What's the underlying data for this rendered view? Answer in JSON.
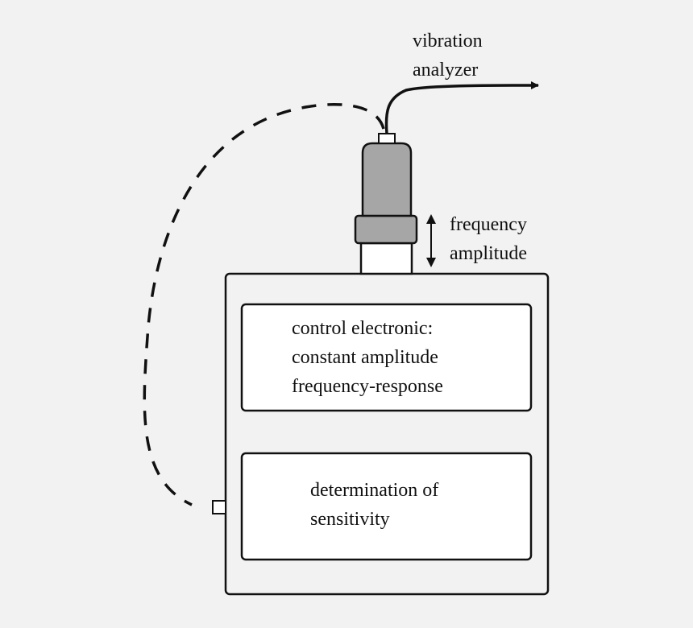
{
  "labels": {
    "analyzer": [
      "vibration",
      "analyzer"
    ],
    "motion": [
      "frequency",
      "amplitude"
    ],
    "control": [
      "control electronic:",
      "constant amplitude",
      "frequency-response"
    ],
    "sensitivity": [
      "determination of",
      "sensitivity"
    ]
  },
  "colors": {
    "background": "#f2f2f2",
    "line": "#111111",
    "panel": "#ffffff",
    "sensor_body": "#a6a6a6",
    "sensor_nut": "#a6a6a6"
  }
}
